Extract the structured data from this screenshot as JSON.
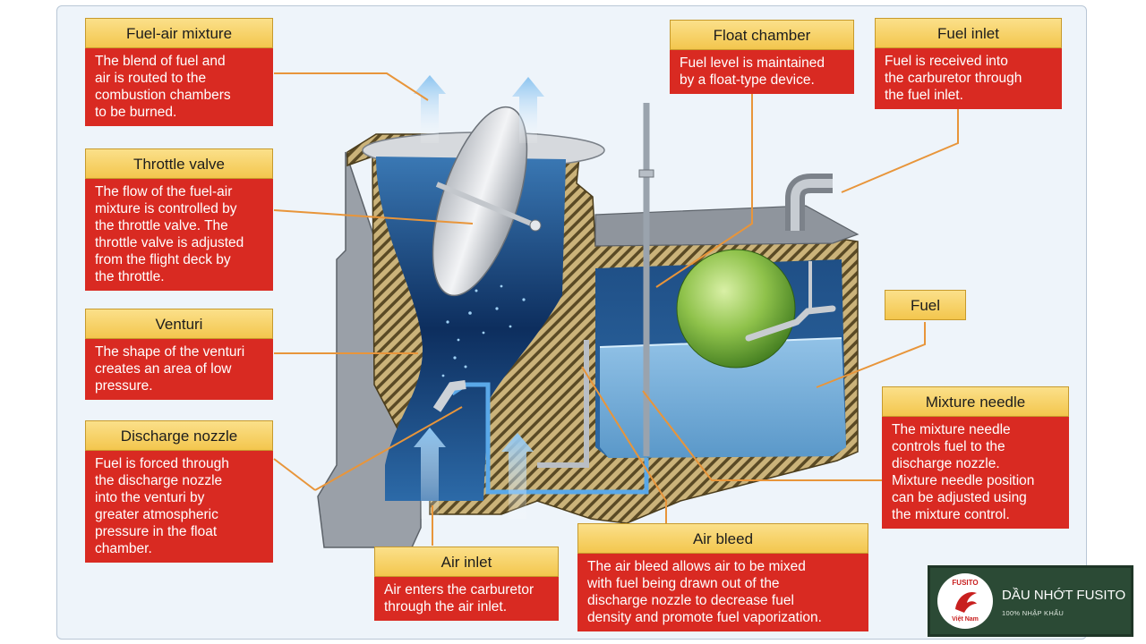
{
  "callouts": {
    "fuel_air_mixture": {
      "title": "Fuel-air mixture",
      "lines": [
        "The blend of fuel and",
        "air is routed to the",
        "combustion chambers",
        "to be burned."
      ]
    },
    "throttle_valve": {
      "title": "Throttle valve",
      "lines": [
        "The flow of the fuel-air",
        "mixture is controlled by",
        "the throttle valve. The",
        "throttle valve is adjusted",
        "from the flight deck by",
        "the throttle."
      ]
    },
    "venturi": {
      "title": "Venturi",
      "lines": [
        "The shape of the venturi",
        "creates an area of low",
        "pressure."
      ]
    },
    "discharge_nozzle": {
      "title": "Discharge nozzle",
      "lines": [
        "Fuel is forced through",
        "the discharge nozzle",
        "into the venturi by",
        "greater atmospheric",
        "pressure in the float",
        "chamber."
      ]
    },
    "air_inlet": {
      "title": "Air inlet",
      "lines": [
        "Air enters the carburetor",
        "through the air inlet."
      ]
    },
    "air_bleed": {
      "title": "Air bleed",
      "lines": [
        "The air bleed allows air to be mixed",
        "with fuel being drawn out of the",
        "discharge nozzle to decrease fuel",
        "density and promote fuel vaporization."
      ]
    },
    "float_chamber": {
      "title": "Float chamber",
      "lines": [
        "Fuel level is maintained",
        "by a float-type device."
      ]
    },
    "fuel_inlet": {
      "title": "Fuel inlet",
      "lines": [
        "Fuel is received into",
        "the carburetor through",
        "the fuel inlet."
      ]
    },
    "fuel": {
      "title": "Fuel"
    },
    "mixture_needle": {
      "title": "Mixture needle",
      "lines": [
        "The mixture needle",
        "controls fuel to the",
        "discharge nozzle.",
        "Mixture needle position",
        "can be adjusted using",
        "the mixture control."
      ]
    }
  },
  "watermark": {
    "brand": "DẦU NHỚT FUSITO",
    "tagline": "100% NHẬP KHẨU",
    "logo_top": "FUSITO",
    "logo_bottom": "Việt Nam"
  },
  "colors": {
    "callout_header": "#f3c64d",
    "callout_body": "#d92a22",
    "leader_line": "#e8953a",
    "housing": "#c9b27a",
    "fuel": "#7fb8e0",
    "float": "#8fc24b"
  }
}
